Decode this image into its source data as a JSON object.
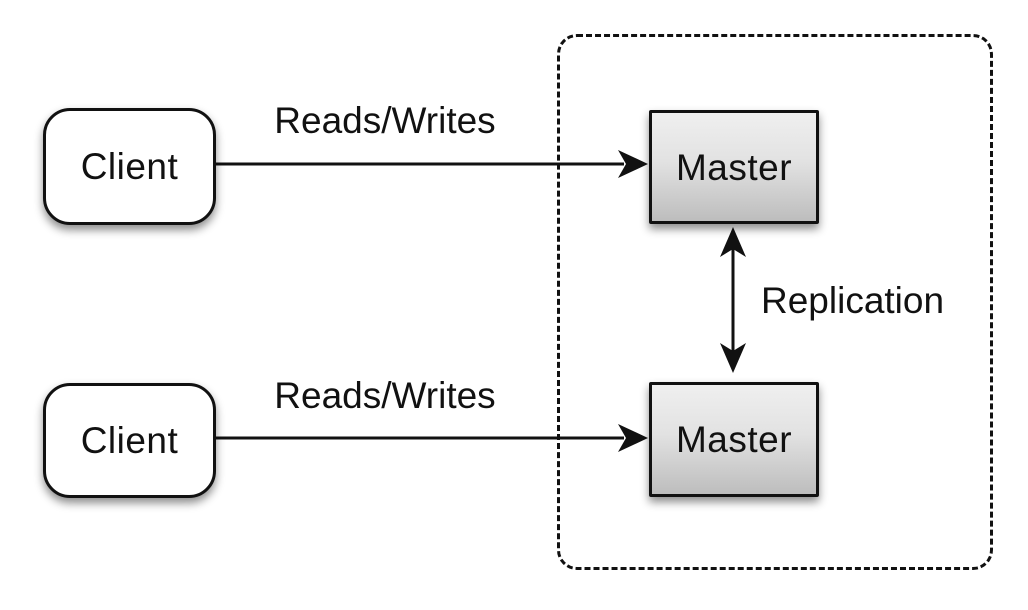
{
  "nodes": {
    "client_top": {
      "label": "Client"
    },
    "client_bottom": {
      "label": "Client"
    },
    "master_top": {
      "label": "Master"
    },
    "master_bottom": {
      "label": "Master"
    }
  },
  "edges": {
    "reads_writes_top": {
      "label": "Reads/Writes"
    },
    "reads_writes_bottom": {
      "label": "Reads/Writes"
    },
    "replication": {
      "label": "Replication"
    }
  },
  "groups": {
    "replication_boundary": {
      "style": "dashed-rounded-rectangle"
    }
  },
  "colors": {
    "background": "#ffffff",
    "stroke": "#111111",
    "text": "#111111",
    "node_fill": "#ffffff",
    "master_fill_top": "#efefef",
    "master_fill_bottom": "#bdbdbd",
    "shadow": "rgba(0,0,0,0.45)"
  }
}
